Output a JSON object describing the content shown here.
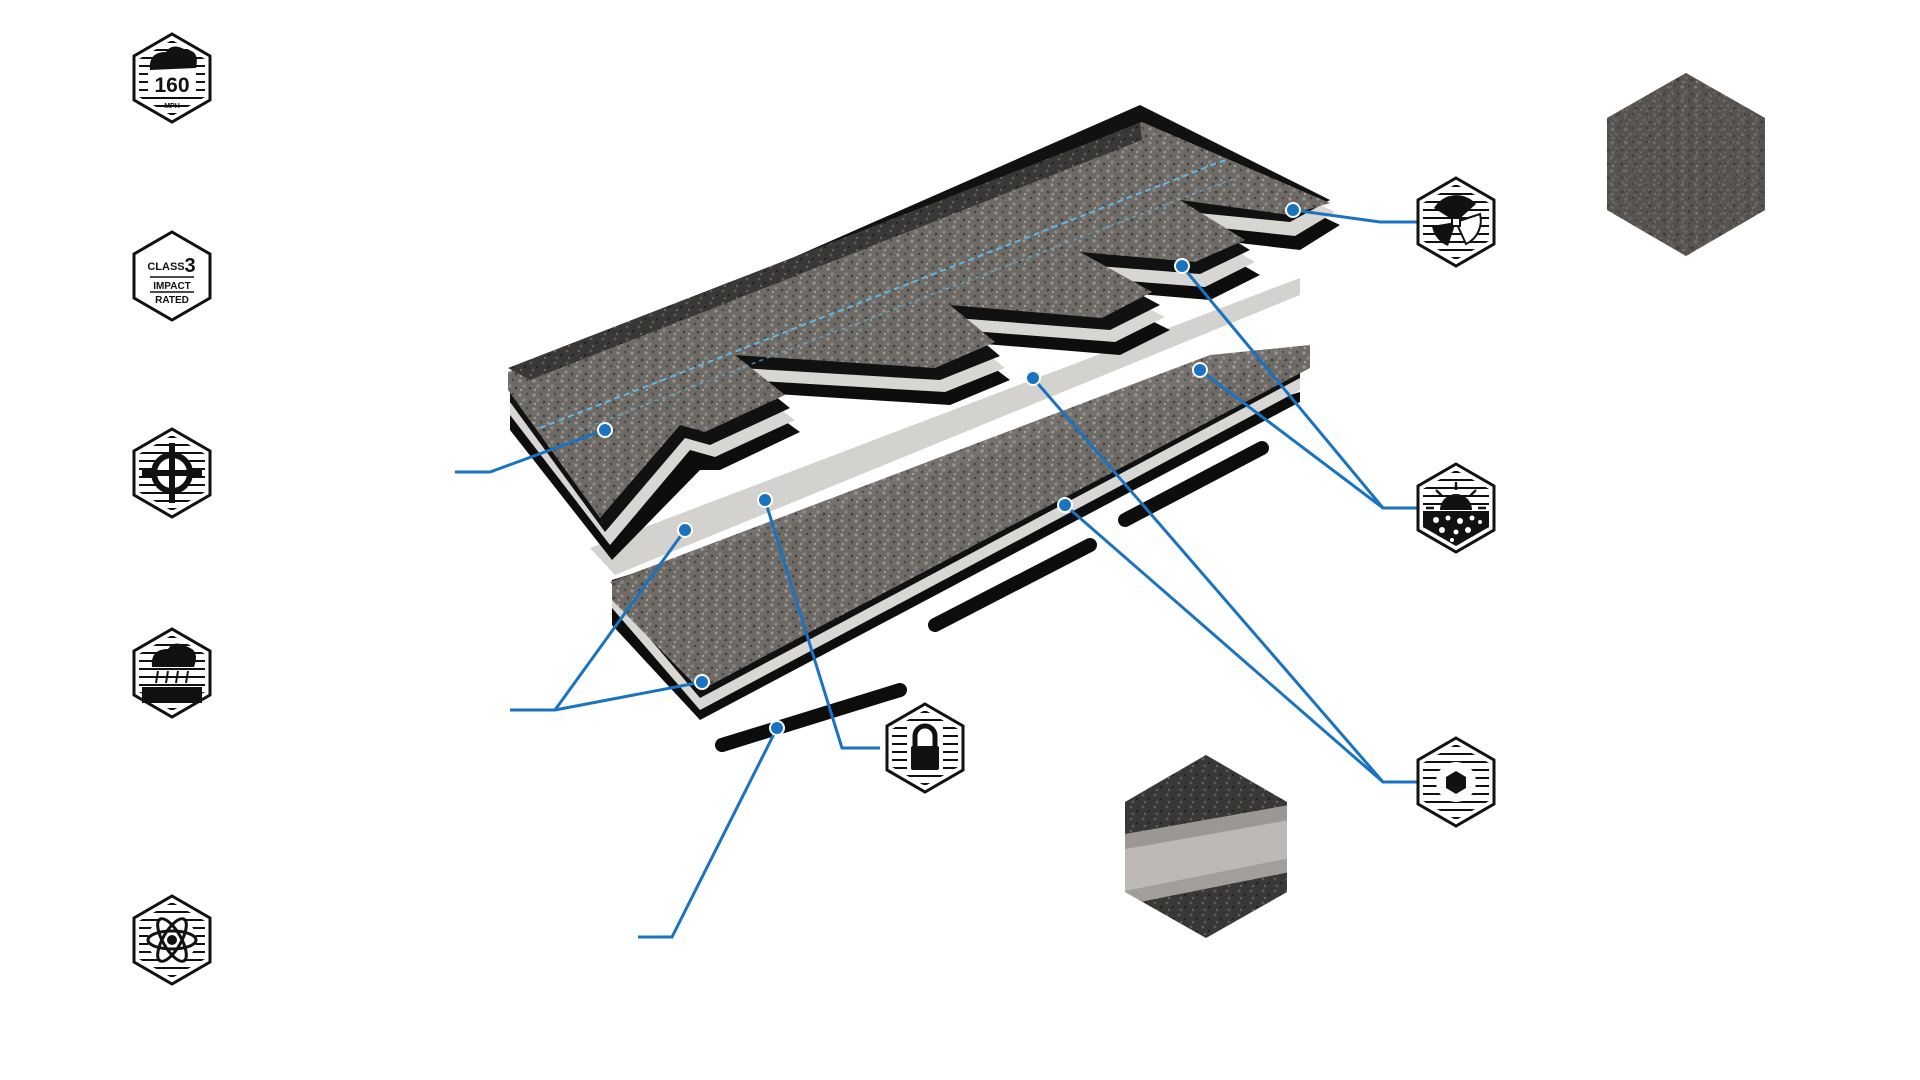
{
  "badges": {
    "wind": {
      "number": "160",
      "unit": "MPH"
    },
    "impact": {
      "class_label": "CLASS",
      "class_number": "3",
      "line1": "IMPACT",
      "line2": "RATED"
    }
  },
  "colors": {
    "leader_line": "#1a73c0",
    "badge_stroke": "#111111",
    "shingle_top": "#7c7772",
    "shingle_dark": "#3b3936",
    "underlayer": "#d9d7d3",
    "sealant": "#0d0d0d",
    "guide_line": "#5fb7e8"
  },
  "icons": [
    "wind-resistance-icon",
    "impact-rated-icon",
    "nail-zone-target-icon",
    "rain-algae-icon",
    "atom-technology-icon",
    "wind-fan-icon",
    "sun-granules-icon",
    "hexagon-granule-icon",
    "padlock-icon",
    "granule-texture-swatch",
    "layered-backing-swatch"
  ]
}
